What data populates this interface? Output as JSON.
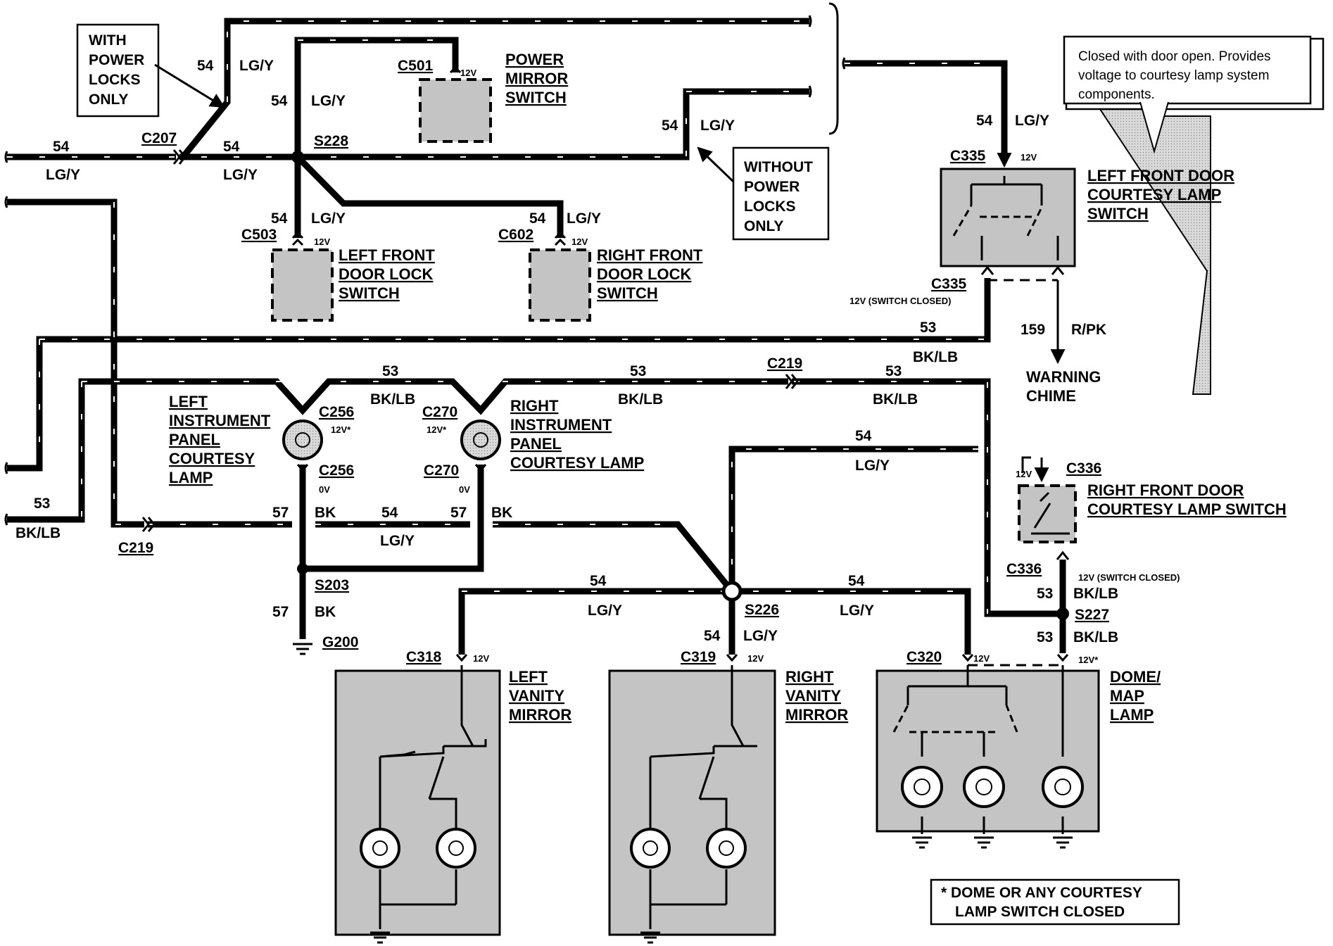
{
  "wires": {
    "c54": "54",
    "c53": "53",
    "c57": "57",
    "c159": "159",
    "lgy": "LG/Y",
    "bklb": "BK/LB",
    "bk": "BK",
    "rpk": "R/PK"
  },
  "voltages": {
    "v12": "12V",
    "v12star": "12V*",
    "v0": "0V",
    "v12closed": "12V (SWITCH CLOSED)"
  },
  "connectors": {
    "c207": "C207",
    "c219": "C219",
    "c501": "C501",
    "c503": "C503",
    "c602": "C602",
    "c335": "C335",
    "c336": "C336",
    "c256": "C256",
    "c270": "C270",
    "c318": "C318",
    "c319": "C319",
    "c320": "C320"
  },
  "splices": {
    "s228": "S228",
    "s203": "S203",
    "s226": "S226",
    "s227": "S227"
  },
  "grounds": {
    "g200": "G200"
  },
  "notes": {
    "with_power_locks": [
      "WITH",
      "POWER",
      "LOCKS",
      "ONLY"
    ],
    "without_power_locks": [
      "WITHOUT",
      "POWER",
      "LOCKS",
      "ONLY"
    ],
    "callout": [
      "Closed with door open.  Provides",
      "voltage to courtesy lamp system",
      "components."
    ],
    "footnote": [
      "*  DOME OR ANY COURTESY",
      "LAMP SWITCH CLOSED"
    ]
  },
  "components": {
    "power_mirror_switch": [
      "POWER",
      "MIRROR",
      "SWITCH"
    ],
    "left_front_door_lock_switch": [
      "LEFT FRONT",
      "DOOR LOCK",
      "SWITCH"
    ],
    "right_front_door_lock_switch": [
      "RIGHT FRONT",
      "DOOR LOCK",
      "SWITCH"
    ],
    "left_front_door_courtesy_switch": [
      "LEFT FRONT DOOR",
      "COURTESY LAMP",
      "SWITCH"
    ],
    "right_front_door_courtesy_switch": [
      "RIGHT FRONT DOOR",
      "COURTESY LAMP SWITCH"
    ],
    "left_ip_courtesy_lamp": [
      "LEFT",
      "INSTRUMENT",
      "PANEL",
      "COURTESY",
      "LAMP"
    ],
    "right_ip_courtesy_lamp": [
      "RIGHT",
      "INSTRUMENT",
      "PANEL",
      "COURTESY LAMP"
    ],
    "warning_chime": [
      "WARNING",
      "CHIME"
    ],
    "left_vanity_mirror": [
      "LEFT",
      "VANITY",
      "MIRROR"
    ],
    "right_vanity_mirror": [
      "RIGHT",
      "VANITY",
      "MIRROR"
    ],
    "dome_map_lamp": [
      "DOME/",
      "MAP",
      "LAMP"
    ]
  }
}
